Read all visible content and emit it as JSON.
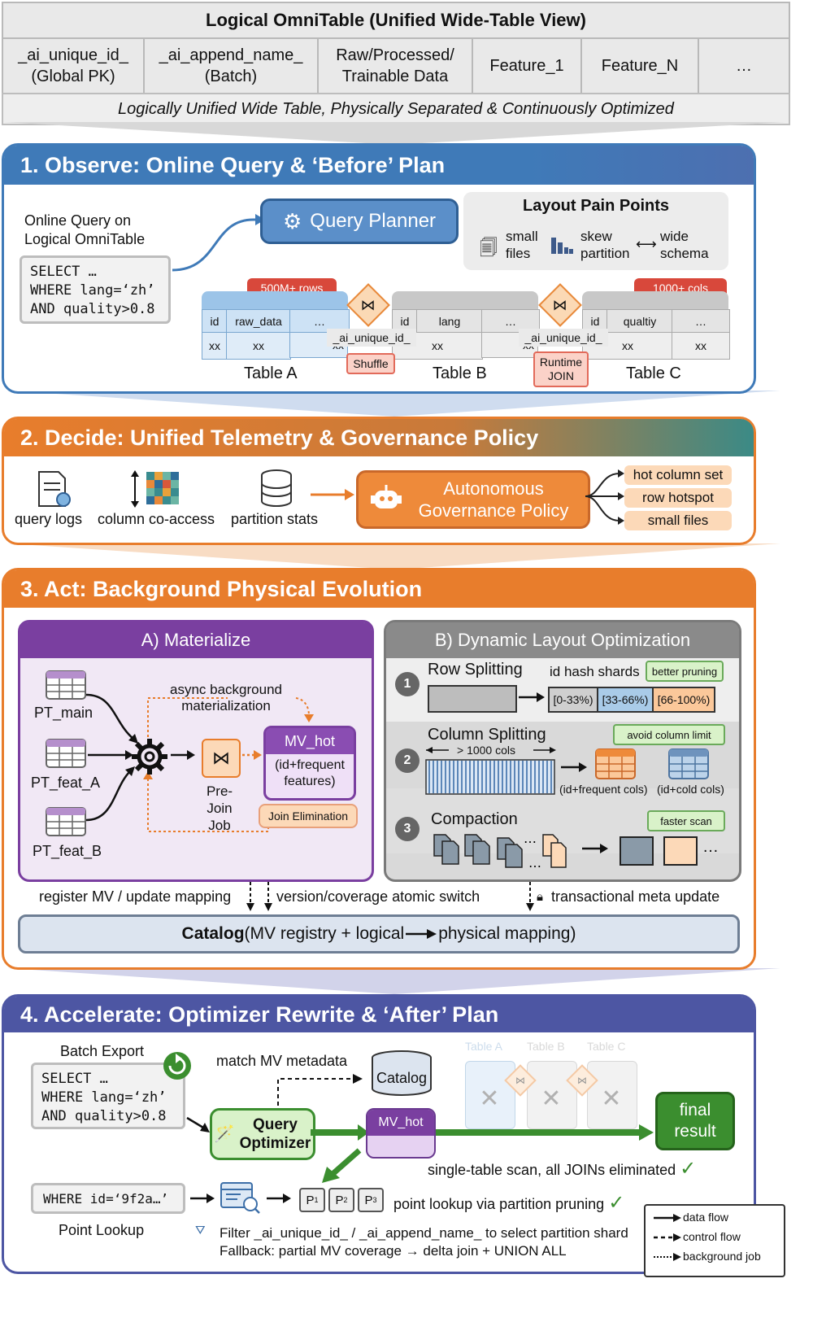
{
  "omnitable": {
    "title": "Logical OmniTable (Unified Wide-Table View)",
    "columns": [
      {
        "line1": "_ai_unique_id_",
        "line2": "(Global PK)"
      },
      {
        "line1": "_ai_append_name_",
        "line2": "(Batch)"
      },
      {
        "line1": "Raw/Processed/",
        "line2": "Trainable Data"
      },
      {
        "line1": "Feature_1",
        "line2": ""
      },
      {
        "line1": "Feature_N",
        "line2": ""
      },
      {
        "line1": "…",
        "line2": ""
      }
    ],
    "note": "Logically Unified Wide Table, Physically Separated & Continuously Optimized"
  },
  "observe": {
    "title": "1. Observe: Online Query & ‘Before’ Plan",
    "query_label_1": "Online Query on",
    "query_label_2": "Logical OmniTable",
    "sql": [
      "SELECT …",
      "WHERE lang=‘zh’",
      "AND quality>0.8"
    ],
    "planner": "Query Planner",
    "pain_title": "Layout Pain Points",
    "pains": [
      {
        "line1": "small",
        "line2": "files"
      },
      {
        "line1": "skew",
        "line2": "partition"
      },
      {
        "line1": "wide",
        "line2": "schema"
      }
    ],
    "rows_badge": "500M+ rows",
    "cols_badge": "1000+ cols",
    "table_a": {
      "name": "Table A",
      "cols": [
        "id",
        "raw_data",
        "…"
      ],
      "cells": [
        "xx",
        "xx",
        "xx"
      ]
    },
    "table_b": {
      "name": "Table B",
      "cols": [
        "id",
        "lang",
        "…"
      ],
      "cells": [
        "xx",
        "xx",
        "xx"
      ]
    },
    "table_c": {
      "name": "Table C",
      "cols": [
        "id",
        "qualtiy",
        "…"
      ],
      "cells": [
        "xx",
        "xx"
      ]
    },
    "join_key": "_ai_unique_id_",
    "shuffle": "Shuffle",
    "runtime_1": "Runtime",
    "runtime_2": "JOIN",
    "join_symbol": "⋈"
  },
  "decide": {
    "title": "2. Decide: Unified Telemetry & Governance Policy",
    "inputs": [
      "query logs",
      "column co-access",
      "partition stats"
    ],
    "policy_1": "Autonomous",
    "policy_2": "Governance Policy",
    "outputs": [
      "hot column set",
      "row hotspot",
      "small files"
    ]
  },
  "act": {
    "title": "3. Act: Background Physical Evolution",
    "materialize": "A) Materialize",
    "sources": [
      "PT_main",
      "PT_feat_A",
      "PT_feat_B"
    ],
    "async_1": "async background",
    "async_2": "materialization",
    "prejoin_1": "Pre-Join",
    "prejoin_2": "Job",
    "mv_name": "MV_hot",
    "mv_desc_1": "(id+frequent",
    "mv_desc_2": "features)",
    "join_elim": "Join Elimination",
    "dlo": "B) Dynamic Layout Optimization",
    "row_split": "Row Splitting",
    "hash_shards": "id hash shards",
    "better_pruning": "better pruning",
    "shards": [
      "[0-33%)",
      "[33-66%)",
      "[66-100%)"
    ],
    "col_split": "Column Splitting",
    "cols_1000": "> 1000 cols",
    "avoid_limit": "avoid column limit",
    "freq_cols": "(id+frequent cols)",
    "cold_cols": "(id+cold cols)",
    "compaction": "Compaction",
    "faster_scan": "faster scan",
    "nums": [
      "1",
      "2",
      "3"
    ],
    "reg_mv": "register MV / update mapping",
    "switch": "version/coverage atomic switch",
    "meta": "transactional meta update",
    "catalog_bold": "Catalog",
    "catalog_rest_1": " (MV registry + logical ",
    "catalog_rest_2": " physical mapping)"
  },
  "accelerate": {
    "title": "4. Accelerate: Optimizer Rewrite & ‘After’ Plan",
    "batch_export": "Batch Export",
    "sql": [
      "SELECT …",
      "WHERE lang=‘zh’",
      "AND quality>0.8"
    ],
    "match_mv": "match MV metadata",
    "catalog": "Catalog",
    "ghost_tables": [
      "Table A",
      "Table B",
      "Table C"
    ],
    "optimizer_1": "Query",
    "optimizer_2": "Optimizer",
    "mv_hot": "MV_hot",
    "final_1": "final",
    "final_2": "result",
    "single_scan": "single-table scan, all JOINs eliminated",
    "point_sql": "WHERE id=‘9f2a…’",
    "point_lookup": "Point Lookup",
    "partitions": [
      "P",
      "P",
      "P"
    ],
    "partition_subs": [
      "1",
      "2",
      "3"
    ],
    "pruning": "point lookup via partition pruning",
    "filter_note": "Filter _ai_unique_id_ / _ai_append_name_ to select partition shard",
    "fallback": "Fallback: partial MV coverage → delta join + UNION ALL",
    "legend": [
      "data flow",
      "control flow",
      "background job"
    ]
  },
  "colors": {
    "observe": "#3f7ab8",
    "decide": "#e87d2c",
    "act": "#e87d2c",
    "accelerate": "#4d56a3",
    "materialize": "#7a3fa0",
    "green": "#3b8e2f"
  }
}
